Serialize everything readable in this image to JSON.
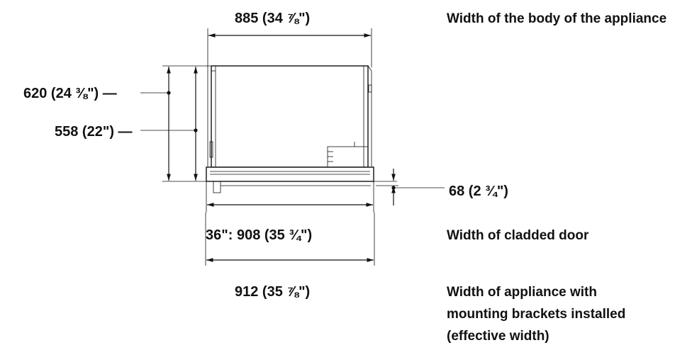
{
  "dimensions": {
    "body_width": "885  (34 ⅞\")",
    "height_620": "620 (24 ⅜\") —",
    "height_558": "558 (22\") —",
    "door_offset": "68 (2 ¾\")",
    "cladded_door_width": "36\": 908  (35 ¾\")",
    "effective_width": "912  (35 ⅞\")"
  },
  "notes": {
    "body": "Width of the body of the appliance",
    "cladded_door": "Width of cladded door",
    "effective_lines": [
      "Width of appliance with",
      "mounting brackets installed",
      "(effective width)"
    ]
  }
}
